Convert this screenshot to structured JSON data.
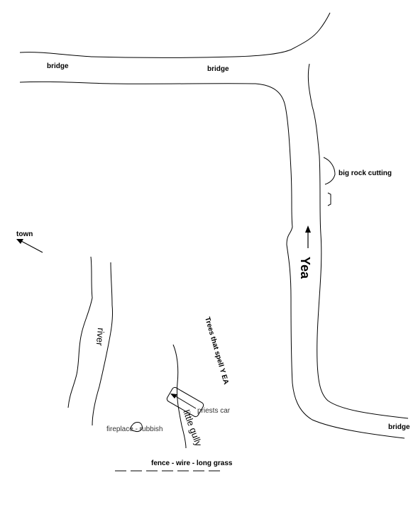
{
  "labels": {
    "bridge_left": "bridge",
    "bridge_mid": "bridge",
    "bridge_right": "bridge",
    "big_rock_cutting": "big rock cutting",
    "town": "town",
    "yea": "Yea",
    "river": "river",
    "trees": "Trees that spell Y EA",
    "priests_car": "priests car",
    "little_gully": "little gully",
    "fireplace": "fireplace - rubbish",
    "fence": "fence - wire - long grass"
  },
  "colors": {
    "ink": "#000000",
    "background": "#ffffff"
  }
}
